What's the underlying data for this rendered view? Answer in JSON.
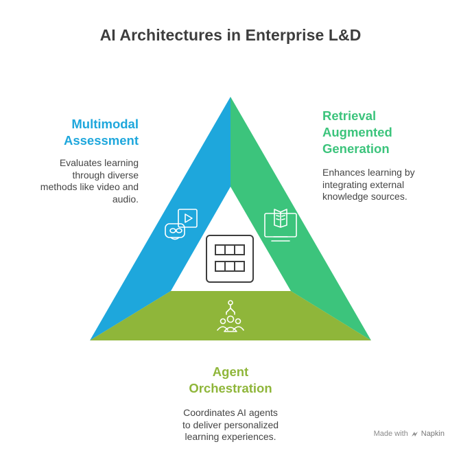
{
  "title": "AI Architectures in Enterprise L&D",
  "colors": {
    "blue": "#1ea7dc",
    "green": "#3cc47c",
    "olive": "#8fb63a",
    "dark": "#3d3d3d"
  },
  "sections": {
    "left": {
      "heading": [
        "Multimodal",
        "Assessment"
      ],
      "description": [
        "Evaluates learning",
        "through diverse",
        "methods like video and",
        "audio."
      ],
      "icon": "vr-video-icon"
    },
    "right": {
      "heading": [
        "Retrieval",
        "Augmented",
        "Generation"
      ],
      "description": [
        "Enhances learning by",
        "integrating external",
        "knowledge sources."
      ],
      "icon": "book-monitor-icon"
    },
    "bottom": {
      "heading": [
        "Agent",
        "Orchestration"
      ],
      "description": [
        "Coordinates AI agents",
        "to deliver personalized",
        "learning experiences."
      ],
      "icon": "robot-arm-users-icon"
    },
    "center": {
      "icon": "grid-modules-icon"
    }
  },
  "watermark": {
    "prefix": "Made with",
    "brand": "Napkin"
  }
}
